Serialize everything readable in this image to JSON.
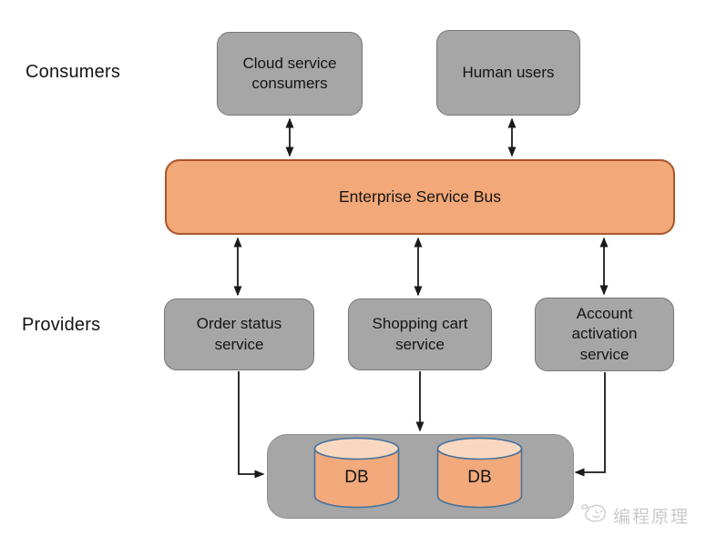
{
  "diagram": {
    "title_implicit": "Enterprise Service Bus architecture",
    "labels": {
      "consumers": "Consumers",
      "providers": "Providers"
    },
    "nodes": {
      "cloud": {
        "label": "Cloud service consumers"
      },
      "human": {
        "label": "Human users"
      },
      "esb": {
        "label": "Enterprise Service Bus"
      },
      "order": {
        "label": "Order status service"
      },
      "shopping": {
        "label": "Shopping cart service"
      },
      "account": {
        "label": "Account activation service"
      },
      "db1": {
        "label": "DB"
      },
      "db2": {
        "label": "DB"
      }
    },
    "edges": [
      {
        "from": "cloud-service-consumers",
        "to": "enterprise-service-bus",
        "type": "bidirectional"
      },
      {
        "from": "human-users",
        "to": "enterprise-service-bus",
        "type": "bidirectional"
      },
      {
        "from": "enterprise-service-bus",
        "to": "order-status-service",
        "type": "bidirectional"
      },
      {
        "from": "enterprise-service-bus",
        "to": "shopping-cart-service",
        "type": "bidirectional"
      },
      {
        "from": "enterprise-service-bus",
        "to": "account-activation-service",
        "type": "bidirectional"
      },
      {
        "from": "order-status-service",
        "to": "database-cluster",
        "type": "directed"
      },
      {
        "from": "shopping-cart-service",
        "to": "database-cluster",
        "type": "directed"
      },
      {
        "from": "account-activation-service",
        "to": "database-cluster",
        "type": "directed"
      }
    ],
    "colors": {
      "node_gray_fill": "#A6A6A6",
      "node_gray_border": "#767676",
      "esb_fill": "#F2A878",
      "esb_border": "#A9552B",
      "cylinder_body": "#F2A97C",
      "cylinder_top": "#F8D8C0",
      "cylinder_border": "#44729E",
      "arrow": "#1a1a1a",
      "watermark": "#c9c9c9",
      "background": "#ffffff"
    },
    "watermark": {
      "text": "编程原理"
    }
  }
}
